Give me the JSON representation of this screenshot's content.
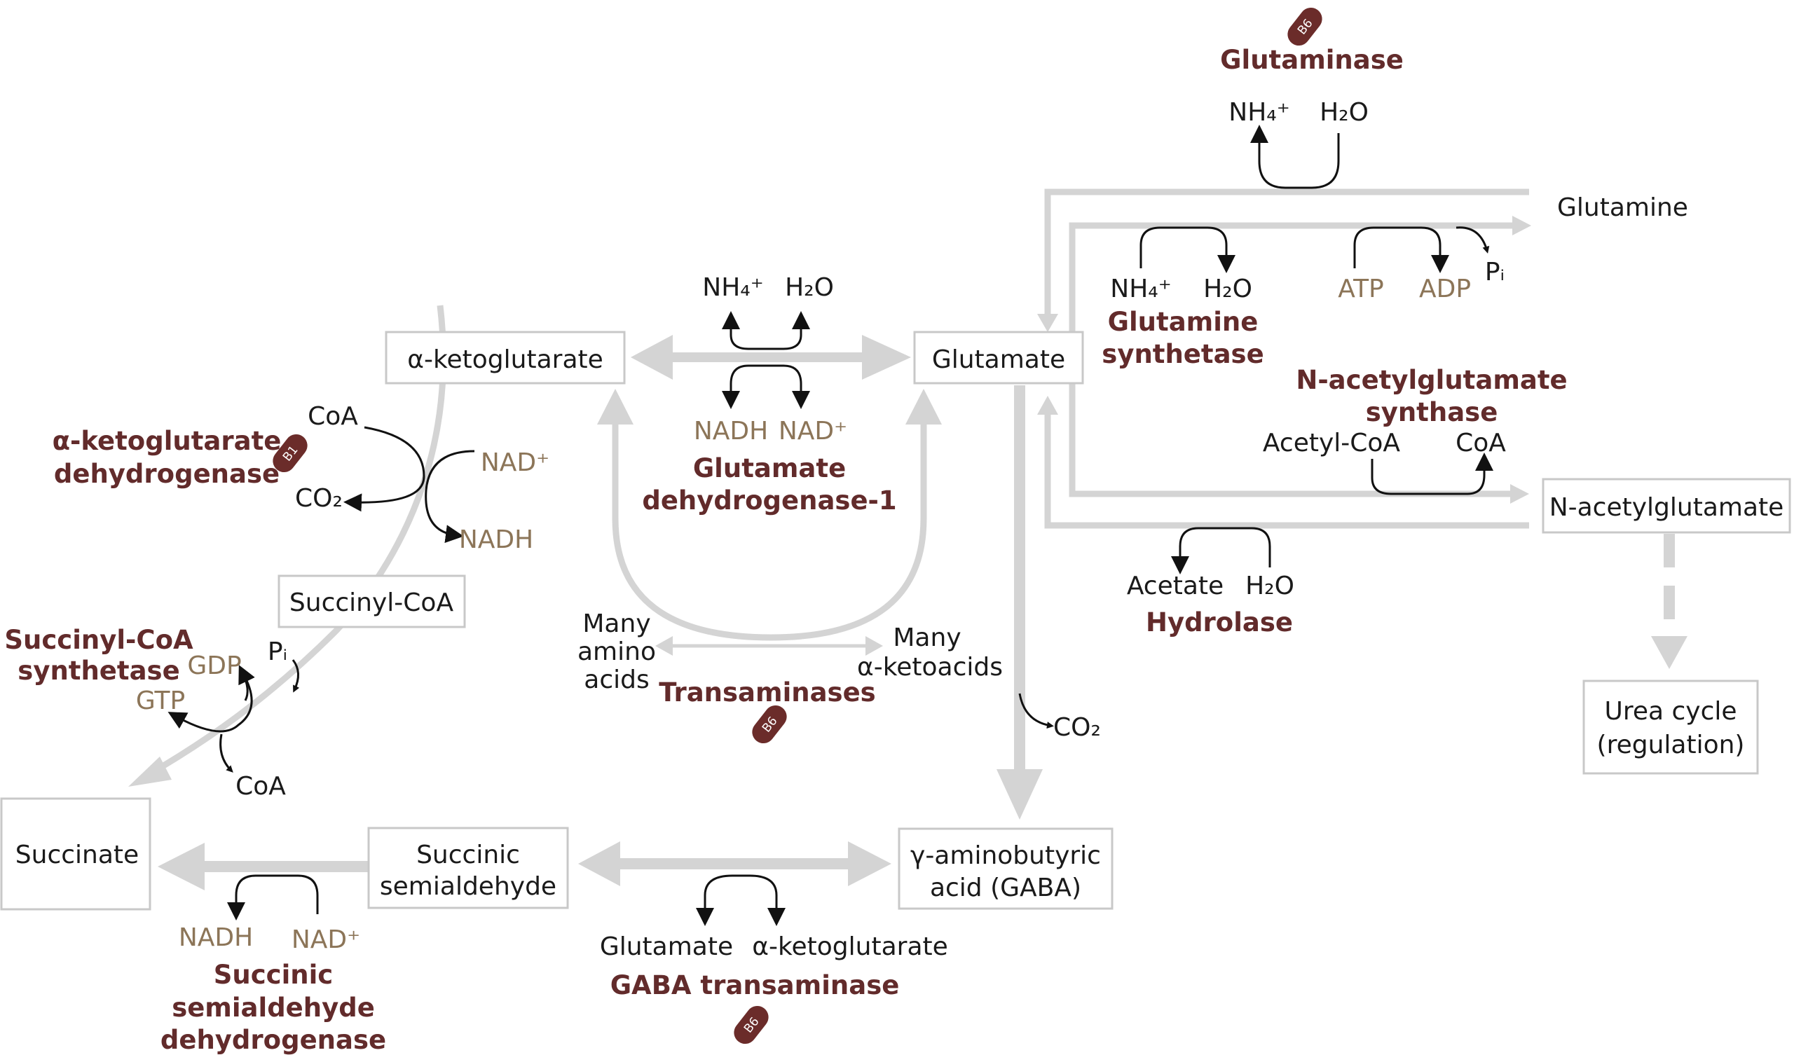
{
  "nodes": {
    "alpha_ketoglutarate": "α-ketoglutarate",
    "glutamate": "Glutamate",
    "glutamine": "Glutamine",
    "n_acetylglutamate": "N-acetylglutamate",
    "urea_cycle": [
      "Urea cycle",
      "(regulation)"
    ],
    "succinyl_coa": "Succinyl-CoA",
    "succinate": "Succinate",
    "succinic_semialdehyde": [
      "Succinic",
      "semialdehyde"
    ],
    "gaba": [
      "γ-aminobutyric",
      "acid (GABA)"
    ]
  },
  "enzymes": {
    "glutaminase": [
      "Glutaminase"
    ],
    "glutamine_synthetase": [
      "Glutamine",
      "synthetase"
    ],
    "n_acetylglutamate_synthase": [
      "N-acetylglutamate",
      "synthase"
    ],
    "hydrolase": [
      "Hydrolase"
    ],
    "glutamate_dehydrogenase": [
      "Glutamate",
      "dehydrogenase-1"
    ],
    "transaminases": [
      "Transaminases"
    ],
    "akg_dehydrogenase": [
      "α-ketoglutarate",
      "dehydrogenase"
    ],
    "succinyl_coa_synthetase": [
      "Succinyl-CoA",
      "synthetase"
    ],
    "gaba_transaminase": [
      "GABA transaminase"
    ],
    "ssa_dehydrogenase": [
      "Succinic",
      "semialdehyde",
      "dehydrogenase"
    ]
  },
  "cofactors": {
    "glutaminase_product": "NH₄⁺",
    "glutaminase_substrate": "H₂O",
    "gs_nh4": "NH₄⁺",
    "gs_h2o": "H₂O",
    "gs_atp": "ATP",
    "gs_adp": "ADP",
    "gs_pi": "Pᵢ",
    "nags_acetylcoa": "Acetyl-CoA",
    "nags_coa": "CoA",
    "hyd_acetate": "Acetate",
    "hyd_h2o": "H₂O",
    "gdh_nh4": "NH₄⁺",
    "gdh_h2o": "H₂O",
    "gdh_nadh": "NADH",
    "gdh_nad": "NAD⁺",
    "many_amino_acids": [
      "Many",
      "amino",
      "acids"
    ],
    "many_ketoacids": [
      "Many",
      "α-ketoacids"
    ],
    "akgdh_coa": "CoA",
    "akgdh_co2": "CO₂",
    "akgdh_nad": "NAD⁺",
    "akgdh_nadh": "NADH",
    "scs_gdp": "GDP",
    "scs_gtp": "GTP",
    "scs_pi": "Pᵢ",
    "scs_coa": "CoA",
    "gad_co2": "CO₂",
    "gabat_glutamate": "Glutamate",
    "gabat_akg": "α-ketoglutarate",
    "ssadh_nadh": "NADH",
    "ssadh_nad": "NAD⁺"
  },
  "badges": {
    "glutaminase": "B6",
    "transaminases": "B6",
    "gaba_transaminase": "B6",
    "akg_dehydrogenase": "B1"
  },
  "colors": {
    "enzyme": "#622b2b",
    "badge": "#6b2c2a",
    "cofactor_tan": "#8c7558",
    "pathway_grey": "#d4d4d4",
    "box_border": "#c8c8c8"
  }
}
